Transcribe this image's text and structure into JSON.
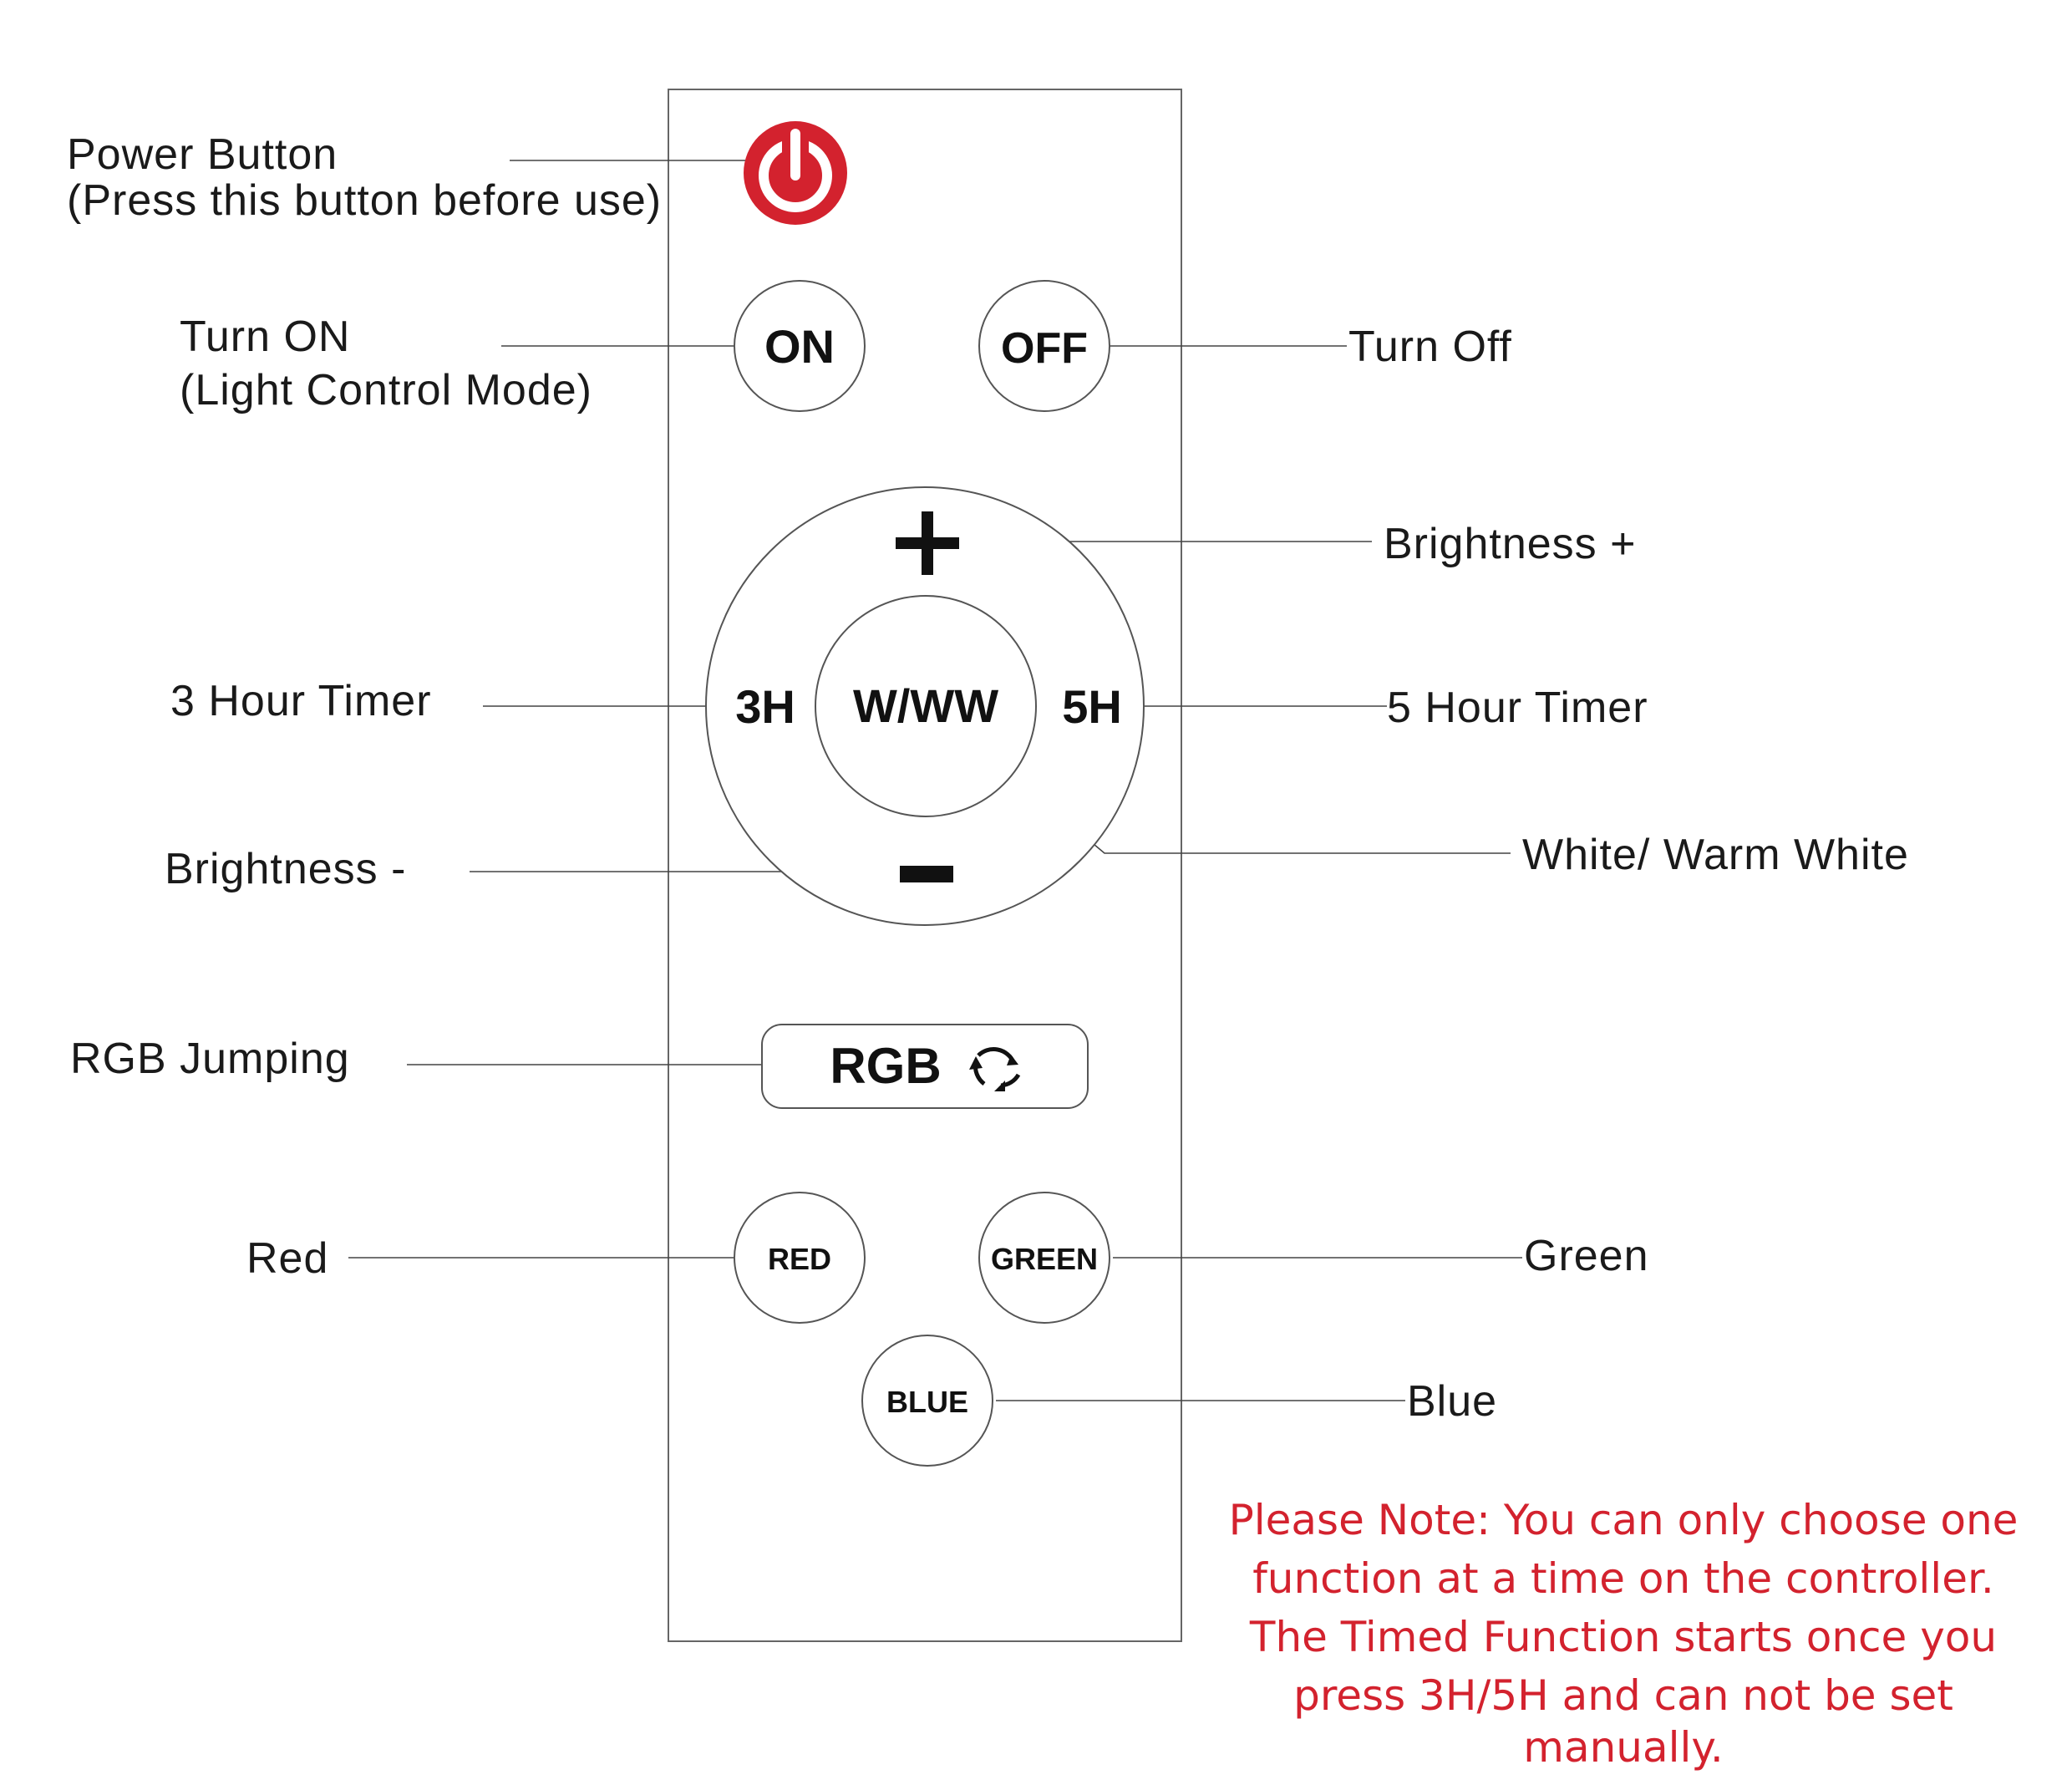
{
  "remote": {
    "buttons": {
      "power_icon": "power-icon",
      "on": "ON",
      "off": "OFF",
      "plus": "+",
      "minus": "−",
      "timer_3h": "3H",
      "white": "W/WW",
      "timer_5h": "5H",
      "rgb": "RGB",
      "rgb_icon": "cycle-icon",
      "red": "RED",
      "green": "GREEN",
      "blue": "BLUE"
    }
  },
  "labels": {
    "power_line1": "Power Button",
    "power_line2": "(Press this button before use)",
    "turn_on_line1": "Turn ON",
    "turn_on_line2": "(Light Control Mode)",
    "turn_off": "Turn Off",
    "brightness_plus": "Brightness +",
    "timer_3h": "3 Hour Timer",
    "timer_5h": "5 Hour Timer",
    "white_warm": "White/ Warm White",
    "brightness_minus": "Brightness -",
    "rgb_jumping": "RGB Jumping",
    "red": "Red",
    "green": "Green",
    "blue": "Blue"
  },
  "note": {
    "lines": [
      "Please Note: You can only choose one",
      "function at a time on the controller.",
      "The Timed Function starts once you",
      "press 3H/5H and can not be set",
      "manually."
    ]
  },
  "colors": {
    "power_red": "#d3222e",
    "note_red": "#d3222e"
  }
}
